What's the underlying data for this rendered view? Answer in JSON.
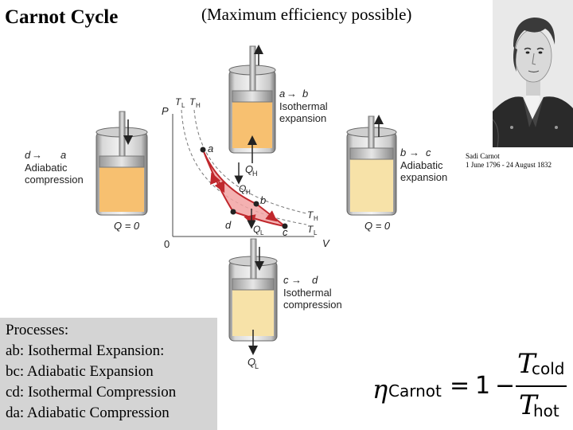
{
  "header": {
    "title": "Carnot Cycle",
    "subtitle": "(Maximum efficiency possible)"
  },
  "portrait": {
    "caption_name": "Sadi Carnot",
    "caption_dates": "1 June 1796 - 24 August 1832"
  },
  "processes": {
    "heading": "Processes:",
    "items": [
      "ab: Isothermal Expansion:",
      "bc: Adiabatic Expansion",
      "cd: Isothermal Compression",
      "da: Adiabatic Compression"
    ]
  },
  "diagram": {
    "axis_p": "P",
    "axis_v": "V",
    "origin": "0",
    "tl_label": "T",
    "tl_sub": "L",
    "th_label": "T",
    "th_sub": "H",
    "point_a": "a",
    "point_b": "b",
    "point_c": "c",
    "point_d": "d",
    "qh_label": "Q",
    "qh_sub": "H",
    "ql_label": "Q",
    "ql_sub": "L",
    "arrow": "→",
    "cylinders": {
      "top": {
        "from": "a",
        "to": "b",
        "line1": "Isothermal",
        "line2": "expansion",
        "q": "Q",
        "q_sub": "H"
      },
      "right": {
        "from": "b",
        "to": "c",
        "line1": "Adiabatic",
        "line2": "expansion",
        "q": "Q = 0"
      },
      "left": {
        "from": "d",
        "to": "a",
        "line1": "Adiabatic",
        "line2": "compression",
        "q": "Q = 0"
      },
      "bottom": {
        "from": "c",
        "to": "d",
        "line1": "Isothermal",
        "line2": "compression",
        "q": "Q",
        "q_sub": "L"
      }
    },
    "colors": {
      "cycle_fill": "#f2a3a3",
      "cycle_stroke": "#c0282d",
      "hot_fluid": "#f7c070",
      "cool_fluid": "#f7e2a8"
    }
  },
  "formula": {
    "eta": "η",
    "eta_sub": "Carnot",
    "equals": "=",
    "one": "1",
    "minus": "−",
    "t_num": "T",
    "t_num_sub": "cold",
    "t_den": "T",
    "t_den_sub": "hot"
  }
}
